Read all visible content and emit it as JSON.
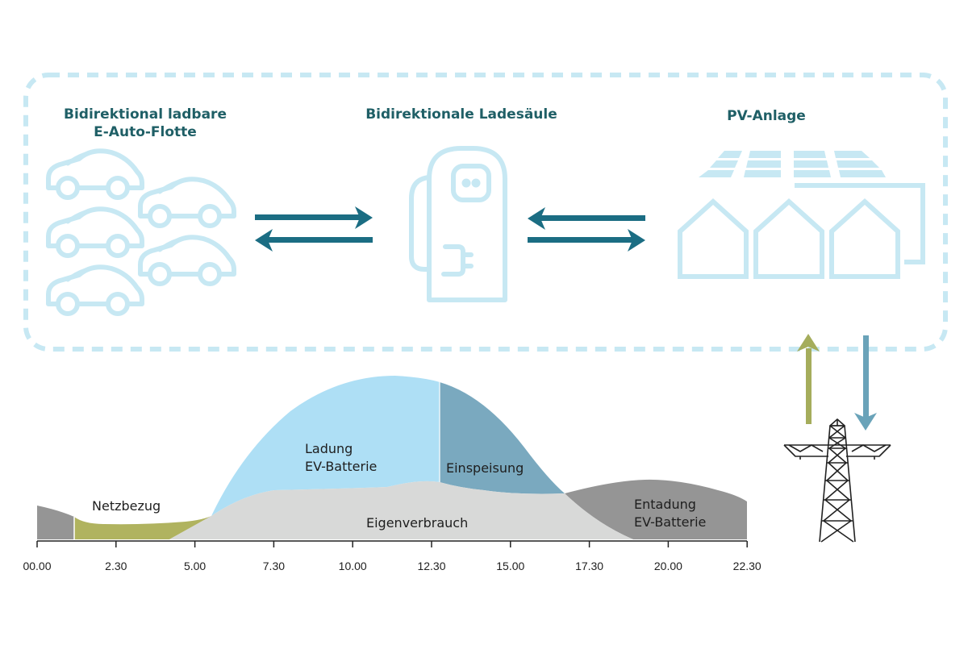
{
  "headings": {
    "fleet_line1": "Bidirektional ladbare",
    "fleet_line2": "E-Auto-Flotte",
    "charger": "Bidirektionale Ladesäule",
    "pv": "PV-Anlage"
  },
  "area_labels": {
    "netzbezug": "Netzbezug",
    "ladung_line1": "Ladung",
    "ladung_line2": "EV-Batterie",
    "einspeisung": "Einspeisung",
    "eigenverbrauch": "Eigenverbrauch",
    "entladung_line1": "Entadung",
    "entladung_line2": "EV-Batterie"
  },
  "icons": [
    "car-fleet-icon",
    "charging-station-icon",
    "solar-panel-icon",
    "houses-icon",
    "power-pylon-icon",
    "bidirectional-arrows-icon",
    "up-arrow-icon",
    "down-arrow-icon"
  ],
  "colors": {
    "heading": "#1f5f66",
    "outline": "#c7e8f3",
    "arrow": "#1b6d83",
    "up_arrow": "#a5ad5c",
    "down_arrow": "#6aa3b9",
    "netzbezug": "#b0b35f",
    "grey_dark": "#959595",
    "eigenverbrauch": "#d8d9d8",
    "ladung": "#aedff5",
    "einspeisung": "#7aa9bf"
  },
  "chart_data": {
    "type": "area",
    "x_tick_labels": [
      "00.00",
      "2.30",
      "5.00",
      "7.30",
      "10.00",
      "12.30",
      "15.00",
      "17.30",
      "20.00",
      "22.30"
    ]
  }
}
